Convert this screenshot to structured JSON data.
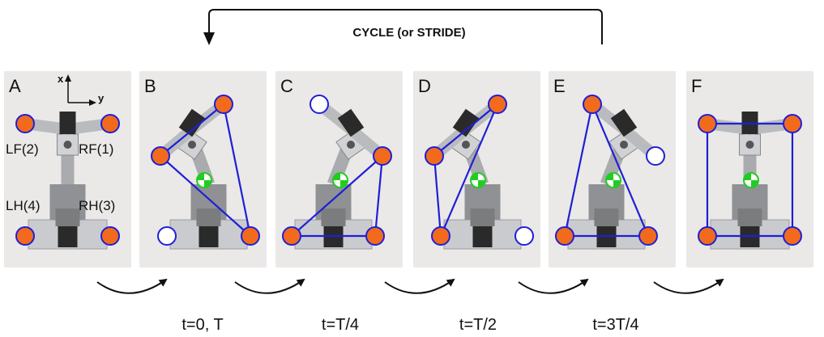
{
  "cycle_label": "CYCLE (or STRIDE)",
  "axis": {
    "x_label": "x",
    "y_label": "y"
  },
  "colors": {
    "stance_foot": "#f26b1d",
    "swing_foot": "#ffffff",
    "outline": "#1f1fd6",
    "com": "#22cc22"
  },
  "legs": [
    {
      "id": "RF",
      "label": "RF(1)"
    },
    {
      "id": "LF",
      "label": "LF(2)"
    },
    {
      "id": "RH",
      "label": "RH(3)"
    },
    {
      "id": "LH",
      "label": "LH(4)"
    }
  ],
  "panels": [
    {
      "letter": "A",
      "time": "",
      "stance": [
        "LF",
        "RF",
        "LH",
        "RH"
      ],
      "swing": [],
      "polygon": [],
      "pose": "straight"
    },
    {
      "letter": "B",
      "time": "t=0, T",
      "stance": [
        "RF",
        "LF",
        "RH"
      ],
      "swing": [
        "LH"
      ],
      "polygon": [
        "RF",
        "LF",
        "RH"
      ],
      "pose": "bend-left"
    },
    {
      "letter": "C",
      "time": "t=T/4",
      "stance": [
        "RF",
        "LH",
        "RH"
      ],
      "swing": [
        "LF"
      ],
      "polygon": [
        "RF",
        "LH",
        "RH"
      ],
      "pose": "bend-right"
    },
    {
      "letter": "D",
      "time": "t=T/2",
      "stance": [
        "LF",
        "RF",
        "LH"
      ],
      "swing": [
        "RH"
      ],
      "polygon": [
        "LF",
        "RF",
        "LH"
      ],
      "pose": "bend-left"
    },
    {
      "letter": "E",
      "time": "t=3T/4",
      "stance": [
        "LF",
        "LH",
        "RH"
      ],
      "swing": [
        "RF"
      ],
      "polygon": [
        "LF",
        "LH",
        "RH"
      ],
      "pose": "bend-right"
    },
    {
      "letter": "F",
      "time": "",
      "stance": [
        "LF",
        "RF",
        "LH",
        "RH"
      ],
      "swing": [],
      "polygon": [
        "LF",
        "RF",
        "RH",
        "LH"
      ],
      "pose": "straight"
    }
  ]
}
